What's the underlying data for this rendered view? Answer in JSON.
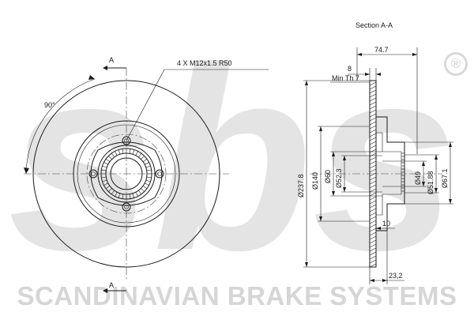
{
  "watermark": {
    "logo_text": "sbs",
    "brand_name": "SCANDINAVIAN BRAKE SYSTEMS",
    "registered_mark": "®"
  },
  "front_view": {
    "section_marker_top": "A",
    "section_marker_bottom": "A",
    "rotation_label": "90°",
    "bolt_callout": "4 X M12x1.5   R50"
  },
  "section_view": {
    "title": "Section A-A",
    "dimensions": {
      "overall_height": "74.7",
      "thickness": "8",
      "min_thickness": "Min Th 7",
      "outer_diameter": "Ø237.8",
      "diameter_140": "Ø140",
      "diameter_60": "Ø60",
      "diameter_52_3": "Ø52.3",
      "diameter_49": "Ø49",
      "diameter_51_88": "Ø51.88",
      "diameter_67_1": "Ø67.1",
      "offset_10": "10",
      "offset_23_2": "23,2"
    }
  }
}
